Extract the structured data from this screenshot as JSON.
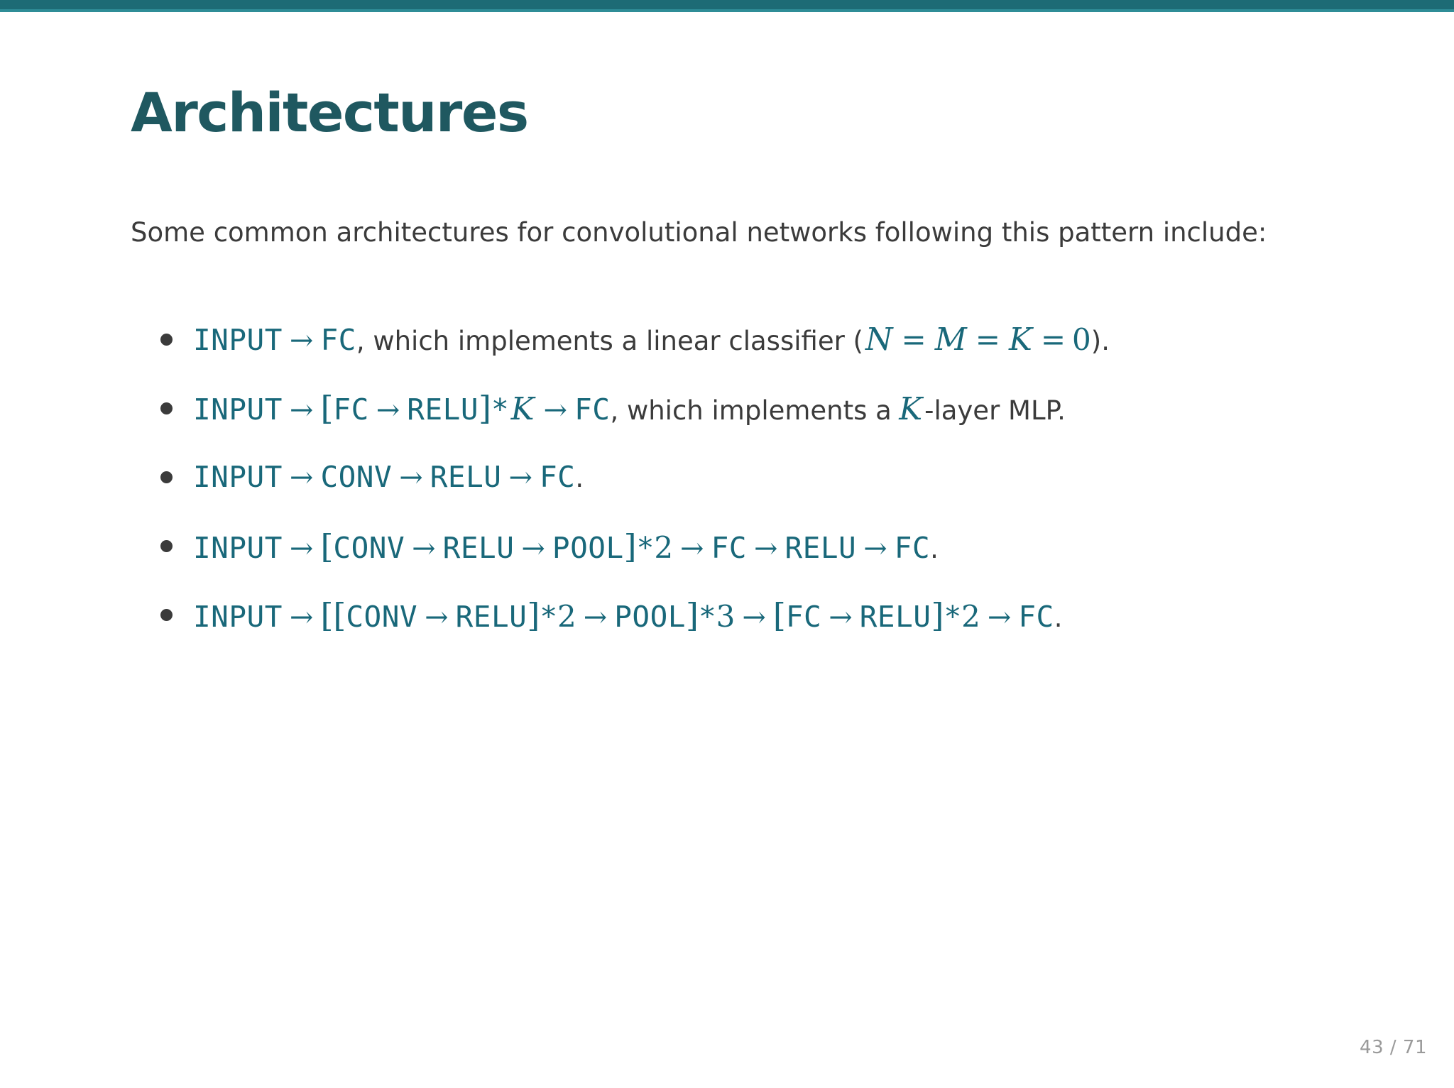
{
  "slide": {
    "title": "Architectures",
    "intro": "Some common architectures for convolutional networks following this pattern include:",
    "page_indicator": "43 / 71",
    "accent_color": "#19687a",
    "title_color": "#1f5860",
    "body_color": "#3b3b3b",
    "top_bar_dark": "#1d6b75",
    "top_bar_light": "#2f8d97",
    "page_number_color": "#9a9a9a",
    "background": "#ffffff"
  },
  "bullets": [
    {
      "id": "linear-classifier",
      "plain": "INPUT -> FC, which implements a linear classifier (N = M = K = 0).",
      "tokens": [
        {
          "t": "tt",
          "v": "INPUT"
        },
        {
          "t": "arrow",
          "v": "→"
        },
        {
          "t": "tt",
          "v": "FC"
        },
        {
          "t": "prose",
          "v": ", which implements a linear classiﬁer ("
        },
        {
          "t": "mi",
          "v": "N"
        },
        {
          "t": "mo",
          "v": "="
        },
        {
          "t": "mi",
          "v": "M"
        },
        {
          "t": "mo",
          "v": "="
        },
        {
          "t": "mi",
          "v": "K"
        },
        {
          "t": "mo",
          "v": "="
        },
        {
          "t": "mn",
          "v": "0"
        },
        {
          "t": "prose",
          "v": ")."
        }
      ]
    },
    {
      "id": "k-layer-mlp",
      "plain": "INPUT -> [FC -> RELU]*K -> FC, which implements a K-layer MLP.",
      "tokens": [
        {
          "t": "tt",
          "v": "INPUT"
        },
        {
          "t": "arrow",
          "v": "→"
        },
        {
          "t": "brk",
          "v": "["
        },
        {
          "t": "tt",
          "v": "FC"
        },
        {
          "t": "arrow",
          "v": "→"
        },
        {
          "t": "tt",
          "v": "RELU"
        },
        {
          "t": "brk",
          "v": "]"
        },
        {
          "t": "star",
          "v": "*"
        },
        {
          "t": "mi",
          "v": "K"
        },
        {
          "t": "arrow",
          "v": "→"
        },
        {
          "t": "tt",
          "v": "FC"
        },
        {
          "t": "prose",
          "v": ", which implements a "
        },
        {
          "t": "mi",
          "v": "K"
        },
        {
          "t": "prose",
          "v": "-layer MLP."
        }
      ]
    },
    {
      "id": "conv-relu-fc",
      "plain": "INPUT -> CONV -> RELU -> FC.",
      "tokens": [
        {
          "t": "tt",
          "v": "INPUT"
        },
        {
          "t": "arrow",
          "v": "→"
        },
        {
          "t": "tt",
          "v": "CONV"
        },
        {
          "t": "arrow",
          "v": "→"
        },
        {
          "t": "tt",
          "v": "RELU"
        },
        {
          "t": "arrow",
          "v": "→"
        },
        {
          "t": "tt",
          "v": "FC"
        },
        {
          "t": "prose",
          "v": "."
        }
      ]
    },
    {
      "id": "conv-relu-pool-x2",
      "plain": "INPUT -> [CONV -> RELU -> POOL]*2 -> FC -> RELU -> FC.",
      "tokens": [
        {
          "t": "tt",
          "v": "INPUT"
        },
        {
          "t": "arrow",
          "v": "→"
        },
        {
          "t": "brk",
          "v": "["
        },
        {
          "t": "tt",
          "v": "CONV"
        },
        {
          "t": "arrow",
          "v": "→"
        },
        {
          "t": "tt",
          "v": "RELU"
        },
        {
          "t": "arrow",
          "v": "→"
        },
        {
          "t": "tt",
          "v": "POOL"
        },
        {
          "t": "brk",
          "v": "]"
        },
        {
          "t": "star",
          "v": "*"
        },
        {
          "t": "mn",
          "v": "2"
        },
        {
          "t": "arrow",
          "v": "→"
        },
        {
          "t": "tt",
          "v": "FC"
        },
        {
          "t": "arrow",
          "v": "→"
        },
        {
          "t": "tt",
          "v": "RELU"
        },
        {
          "t": "arrow",
          "v": "→"
        },
        {
          "t": "tt",
          "v": "FC"
        },
        {
          "t": "prose",
          "v": "."
        }
      ]
    },
    {
      "id": "vgg-like",
      "plain": "INPUT -> [[CONV -> RELU]*2 -> POOL]*3 -> [FC -> RELU]*2 -> FC.",
      "tokens": [
        {
          "t": "tt",
          "v": "INPUT"
        },
        {
          "t": "arrow",
          "v": "→"
        },
        {
          "t": "brk",
          "v": "["
        },
        {
          "t": "brk",
          "v": "["
        },
        {
          "t": "tt",
          "v": "CONV"
        },
        {
          "t": "arrow",
          "v": "→"
        },
        {
          "t": "tt",
          "v": "RELU"
        },
        {
          "t": "brk",
          "v": "]"
        },
        {
          "t": "star",
          "v": "*"
        },
        {
          "t": "mn",
          "v": "2"
        },
        {
          "t": "arrow",
          "v": "→"
        },
        {
          "t": "tt",
          "v": "POOL"
        },
        {
          "t": "brk",
          "v": "]"
        },
        {
          "t": "star",
          "v": "*"
        },
        {
          "t": "mn",
          "v": "3"
        },
        {
          "t": "arrow",
          "v": "→"
        },
        {
          "t": "brk",
          "v": "["
        },
        {
          "t": "tt",
          "v": "FC"
        },
        {
          "t": "arrow",
          "v": "→"
        },
        {
          "t": "tt",
          "v": "RELU"
        },
        {
          "t": "brk",
          "v": "]"
        },
        {
          "t": "star",
          "v": "*"
        },
        {
          "t": "mn",
          "v": "2"
        },
        {
          "t": "arrow",
          "v": "→"
        },
        {
          "t": "tt",
          "v": "FC"
        },
        {
          "t": "prose",
          "v": "."
        }
      ]
    }
  ]
}
